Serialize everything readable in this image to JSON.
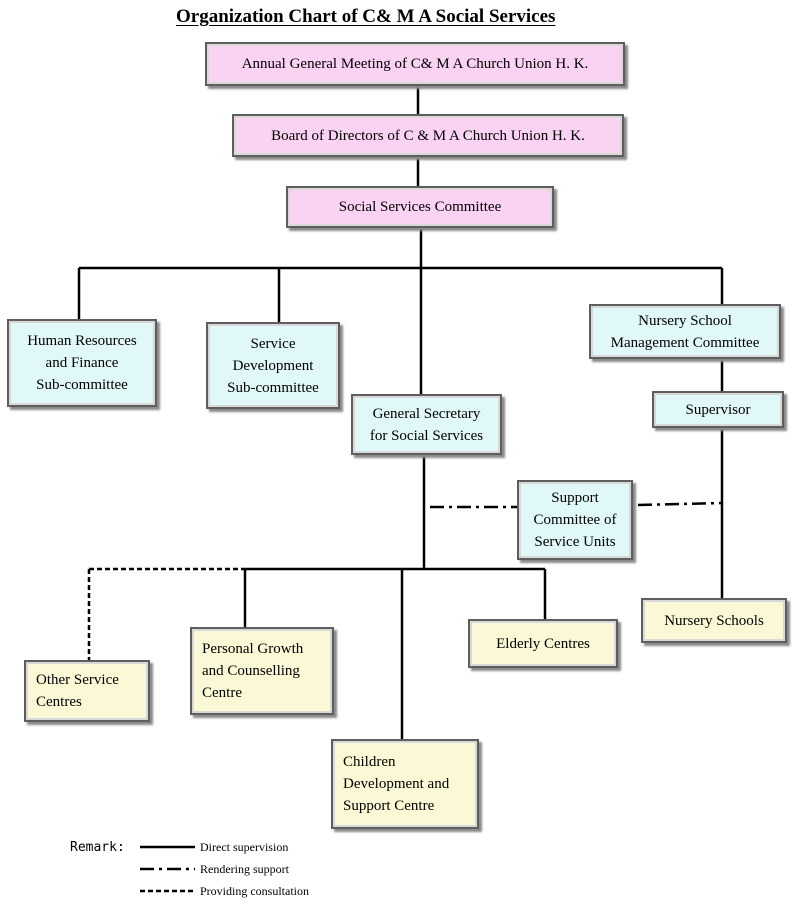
{
  "title": "Organization Chart of C& M A Social Services",
  "nodes": {
    "agm": "Annual General Meeting of C& M A Church Union H. K.",
    "board": "Board of Directors of C & M A Church Union H. K.",
    "ssc": "Social Services Committee",
    "hr": "Human Resources\nand Finance\nSub-committee",
    "sd": "Service\nDevelopment\nSub-committee",
    "gs": "General Secretary\nfor Social Services",
    "nsmc": "Nursery School\nManagement Committee",
    "supervisor": "Supervisor",
    "support": "Support\nCommittee of\nService Units",
    "other": "Other Service\nCentres",
    "pgc": "Personal Growth\nand Counselling\nCentre",
    "cdsc": "Children\nDevelopment and\nSupport Centre",
    "elderly": "Elderly Centres",
    "nursery": "Nursery Schools"
  },
  "legend": {
    "heading": "Remark:",
    "direct": "Direct supervision",
    "support": "Rendering support",
    "consult": "Providing consultation"
  },
  "colors": {
    "pink": "#fad2f2",
    "cyan": "#e1f8f9",
    "cream": "#fbf8d6"
  }
}
